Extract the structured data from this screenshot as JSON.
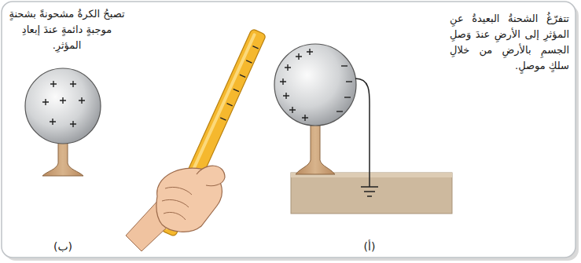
{
  "diagram": {
    "labels": [
      "تتفرّغُ الشحنةُ البعيدةُ عنِ المؤثرِ إلى الأرضِ عندَ وَصلِ الجسمِ بالأرضِ من خلالِ سلكٍ موصلٍ.",
      "تصبحُ الكرةُ مشحونةً بشحنةٍ موجبةٍ دائمةٍ عندَ إبعادِ المؤثرِ.",
      "(أ)",
      "(ب)"
    ]
  }
}
